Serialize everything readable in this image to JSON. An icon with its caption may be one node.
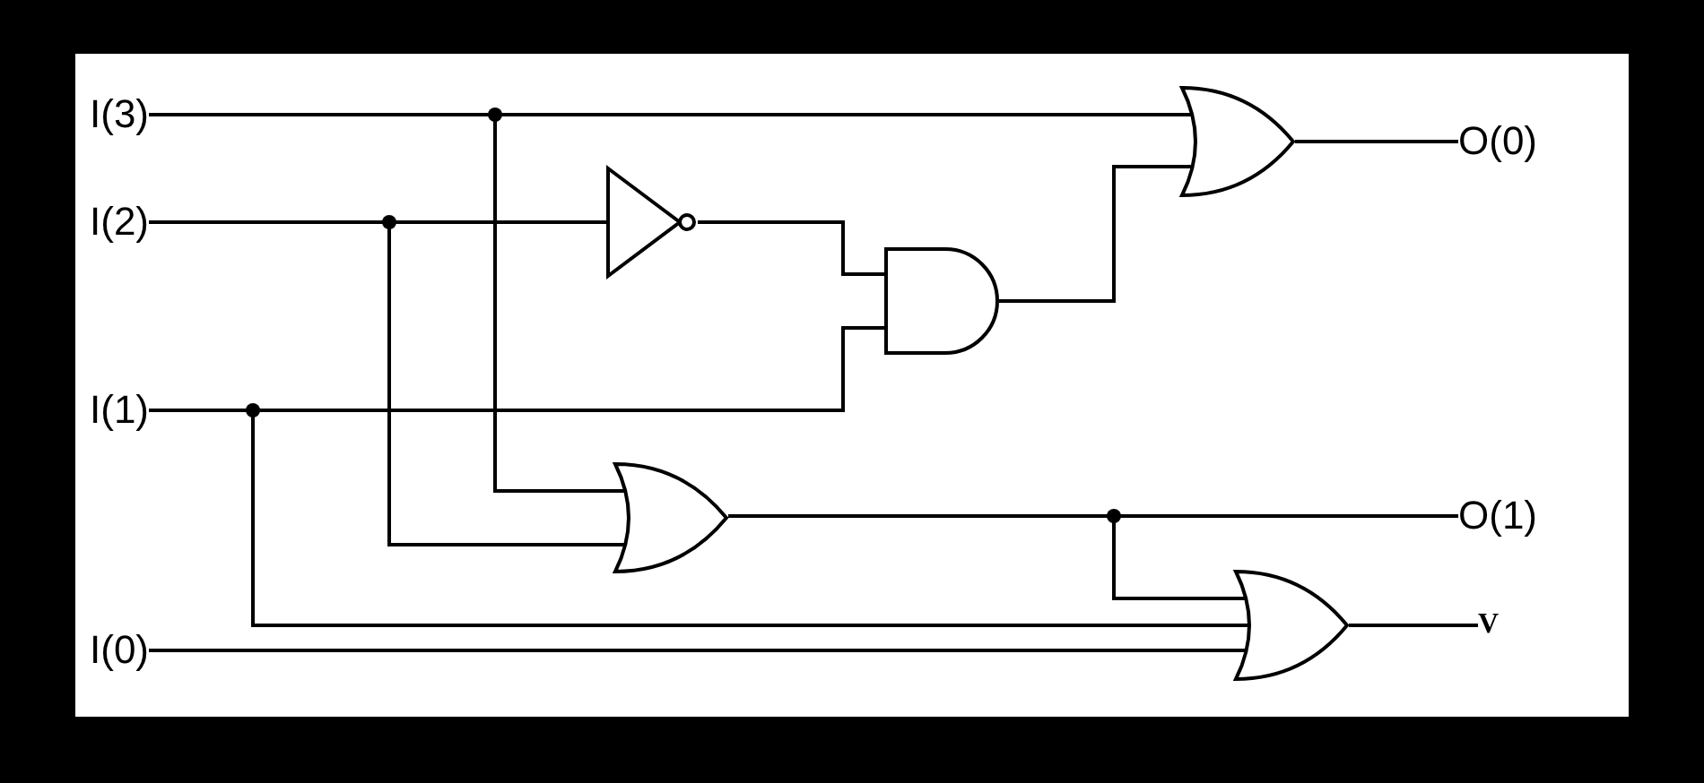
{
  "diagram": {
    "nodes": [
      {
        "text": [
          "I(3)"
        ]
      },
      {
        "text": [
          "I(2)"
        ]
      },
      {
        "text": [
          "I(1)"
        ]
      },
      {
        "text": [
          "I(0)"
        ]
      },
      {
        "text": [],
        "shape": "triangle"
      },
      {
        "text": [],
        "shape": "and"
      },
      {
        "text": [],
        "shape": "or"
      },
      {
        "text": [],
        "shape": "or"
      },
      {
        "text": [],
        "shape": "or"
      },
      {
        "text": [
          "O(0)"
        ]
      },
      {
        "text": [
          "O(1)"
        ]
      },
      {
        "text": [
          "V"
        ]
      }
    ],
    "edges": [
      {
        "from": 0,
        "to": 6,
        "arrow": "none"
      },
      {
        "from": 0,
        "to": 7,
        "arrow": "none"
      },
      {
        "from": 1,
        "to": 4,
        "arrow": "none"
      },
      {
        "from": 1,
        "to": 7,
        "arrow": "none"
      },
      {
        "from": 4,
        "to": 5,
        "arrow": "none"
      },
      {
        "from": 2,
        "to": 5,
        "arrow": "none"
      },
      {
        "from": 2,
        "to": 8,
        "arrow": "none"
      },
      {
        "from": 3,
        "to": 8,
        "arrow": "none"
      },
      {
        "from": 5,
        "to": 6,
        "arrow": "none"
      },
      {
        "from": 6,
        "to": 9,
        "arrow": "none"
      },
      {
        "from": 7,
        "to": 10,
        "arrow": "none"
      },
      {
        "from": 7,
        "to": 8,
        "arrow": "none"
      },
      {
        "from": 8,
        "to": 11,
        "arrow": "none"
      }
    ]
  }
}
